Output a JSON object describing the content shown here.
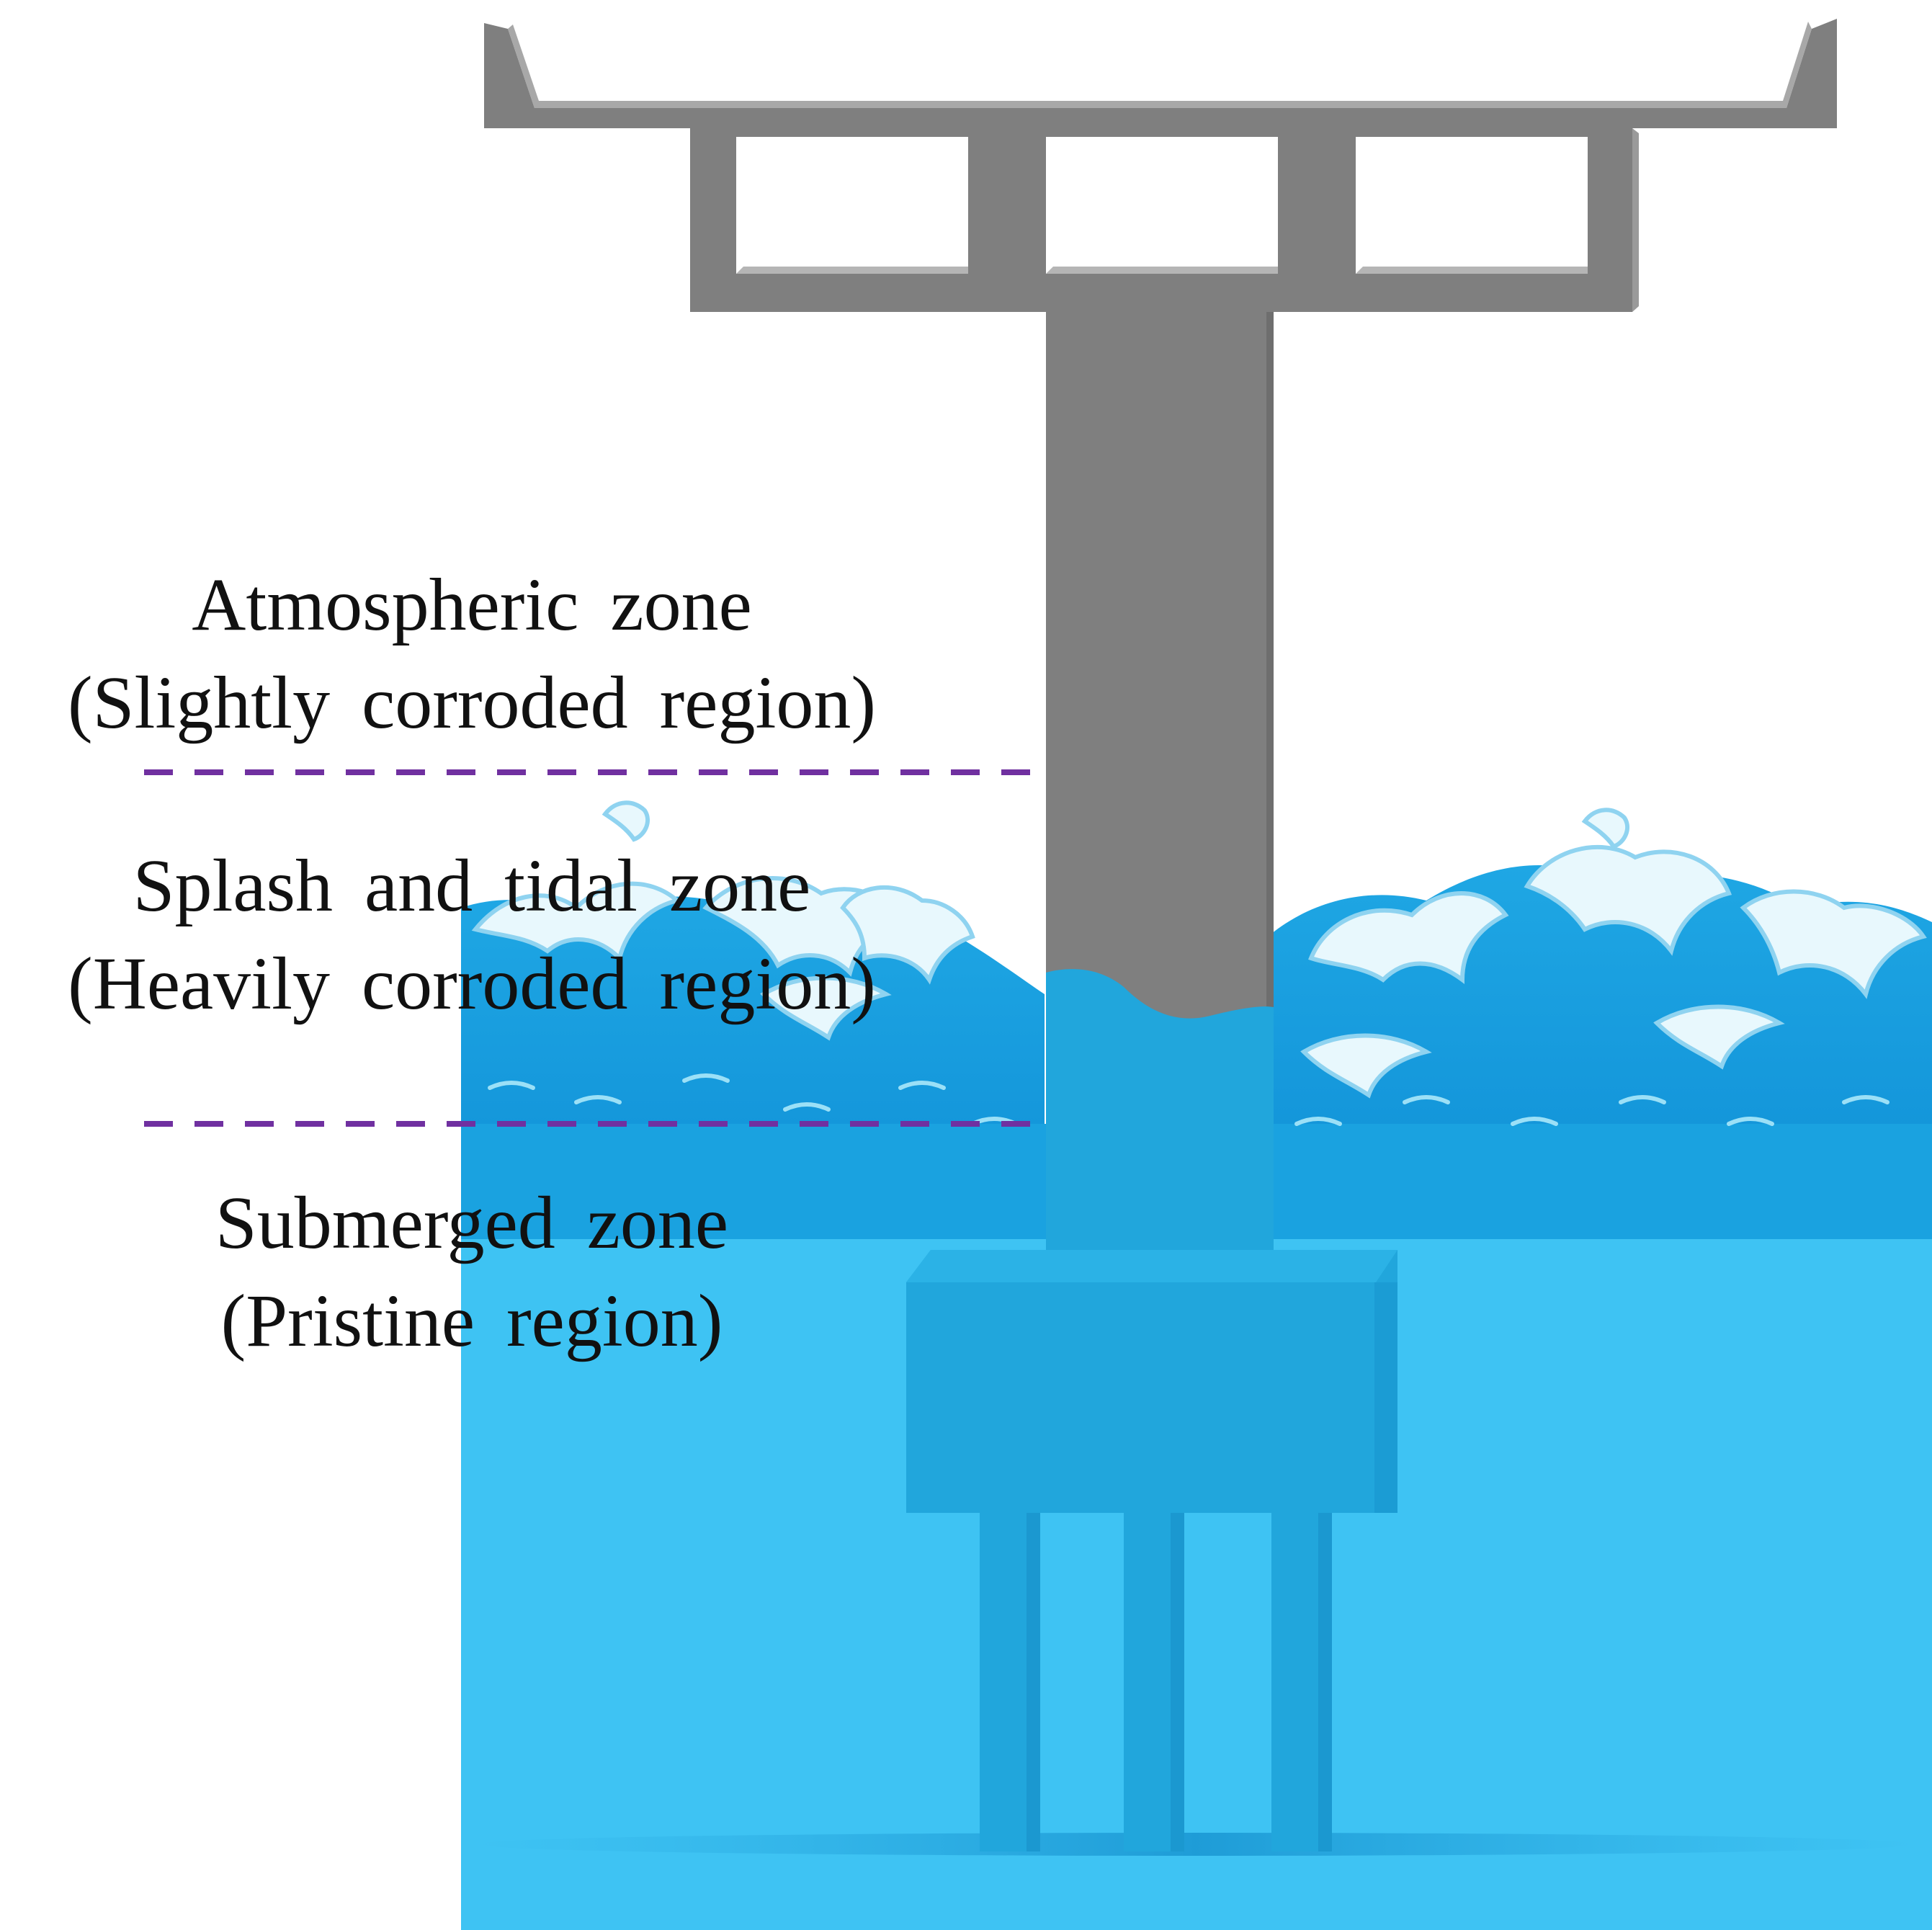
{
  "zones": [
    {
      "name": "Atmospheric zone",
      "description": "(Slightly corroded region)"
    },
    {
      "name": "Splash and tidal zone",
      "description": "(Heavily corroded region)"
    },
    {
      "name": "Submerged zone",
      "description": "(Pristine region)"
    }
  ],
  "colors": {
    "structure": "#7f7f7f",
    "structure_dark": "#6e6e6e",
    "structure_light": "#a8a8a8",
    "water_deep": "#3ec3f3",
    "water_wave": "#1a9ee0",
    "foam": "#e8f8fd",
    "submerged_structure": "#21a6dc",
    "divider": "#7030a0",
    "text": "#111111"
  },
  "icons": [
    "bridge-deck-icon",
    "pier-column-icon",
    "pile-cap-icon",
    "pile-icon",
    "wave-icon",
    "water-icon"
  ]
}
